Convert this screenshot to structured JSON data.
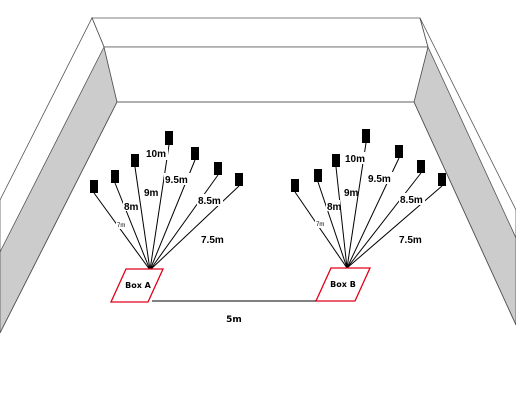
{
  "box_a": {
    "label": "Box A",
    "distance_labels": [
      "7m",
      "8m",
      "9m",
      "10m",
      "9.5m",
      "8.5m",
      "7.5m"
    ]
  },
  "box_b": {
    "label": "Box B",
    "distance_labels": [
      "7m",
      "8m",
      "9m",
      "10m",
      "9.5m",
      "8.5m",
      "7.5m"
    ]
  },
  "separation_label": "5m",
  "colors": {
    "box_outline": "#e0001a",
    "wall_fill": "#cccccc",
    "floor_edge": "#555555",
    "speaker": "#000000"
  }
}
